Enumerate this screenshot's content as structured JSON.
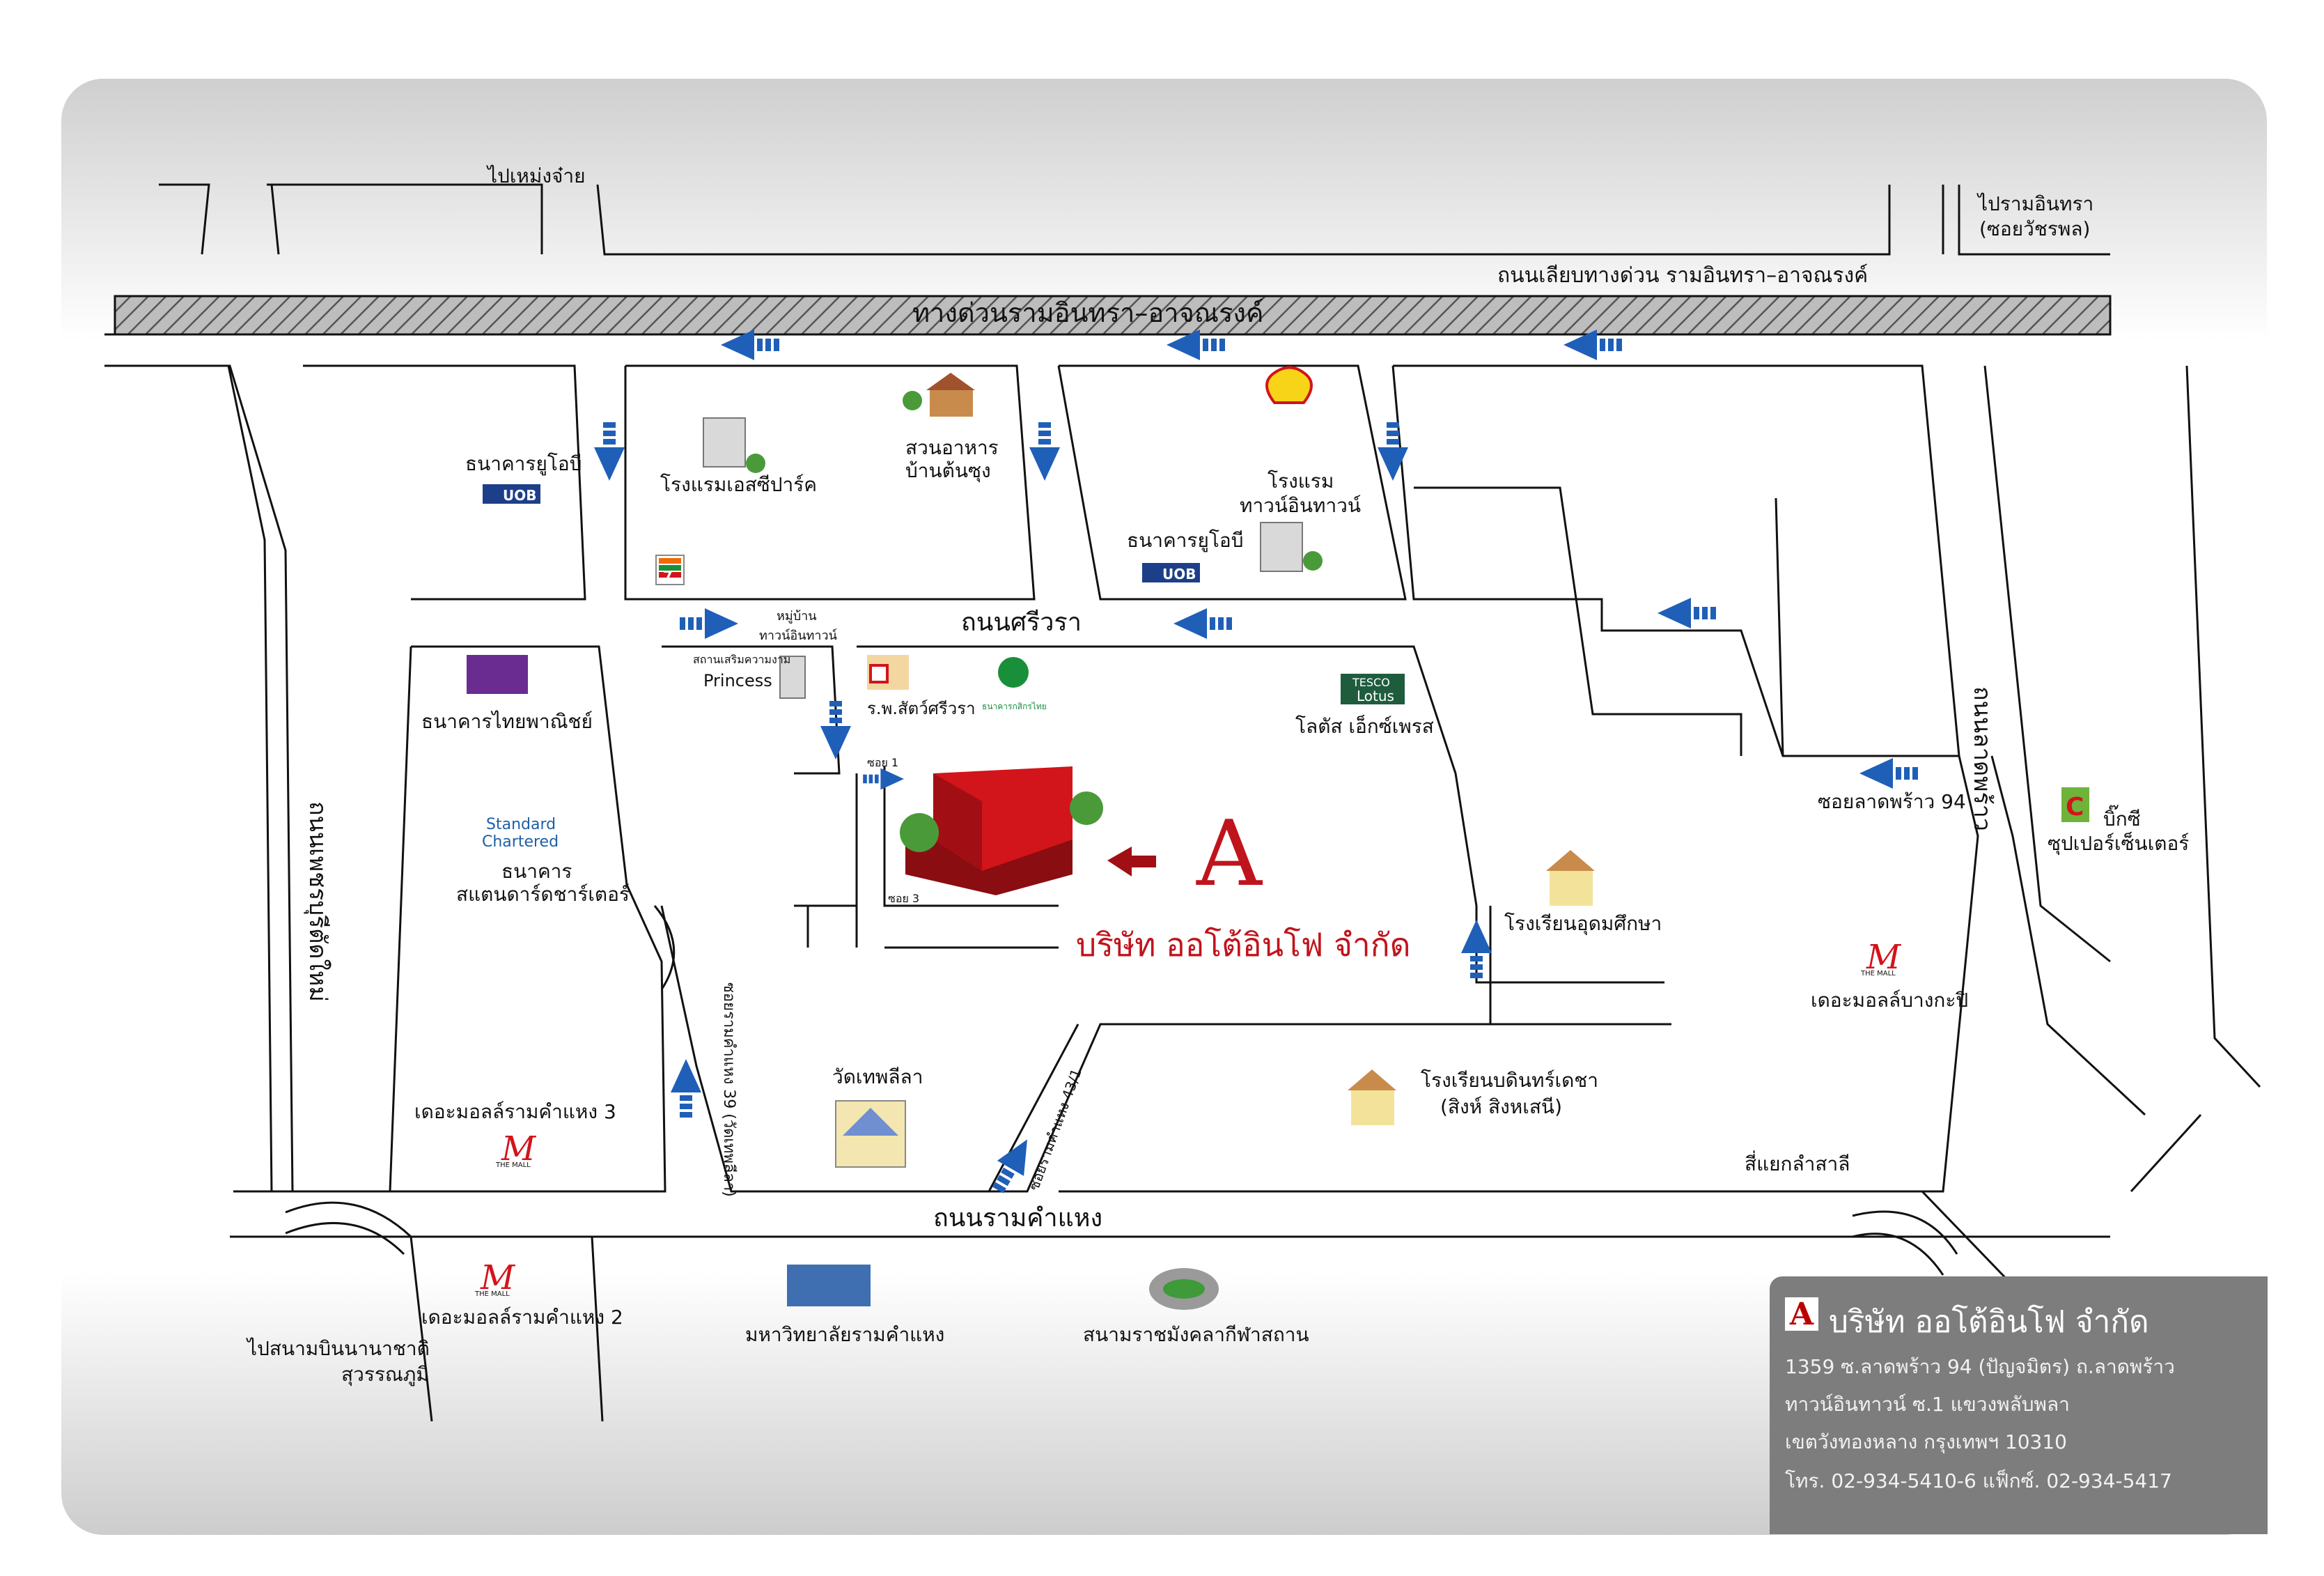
{
  "labels": {
    "to_saphan_mai": "ไปเหม่งจ๋าย",
    "to_ramintra": "ไปรามอินทรา",
    "to_ramintra_sub": "(ซอยวัชรพล)",
    "bypass_road": "ถนนเลียบทางด่วน รามอินทรา–อาจณรงค์",
    "expressway": "ทางด่วนรามอินทรา–อาจณรงค์",
    "uob_1": "ธนาคารยูโอบี",
    "uob_badge": "UOB",
    "hotel_sp": "โรงแรมเอสซีปาร์ค",
    "restaurant_1": "สวนอาหาร",
    "restaurant_2": "บ้านต้นซุง",
    "uob_2": "ธนาคารยูโอบี",
    "hotel_tt_1": "โรงแรม",
    "hotel_tt_2": "ทาวน์อินทาวน์",
    "seven_eleven": "7",
    "village_1": "หมู่บ้าน",
    "village_2": "ทาวน์อินทาวน์",
    "sriwara_road": "ถนนศรีวรา",
    "princess_small": "สถานเสริมความงาม",
    "princess": "Princess",
    "vet_hospital": "ร.พ.สัตว์ศรีวรา",
    "kasikorn": "ธนาคารกสิกรไทย",
    "tesco_1": "TESCO",
    "tesco_2": "Lotus",
    "lotus_express": "โลตัส เอ็กซ์เพรส",
    "scb": "ธนาคารไทยพาณิชย์",
    "sc_logo_1": "Standard",
    "sc_logo_2": "Chartered",
    "sc_1": "ธนาคาร",
    "sc_2": "สแตนดาร์ดชาร์เตอร์",
    "soi_1": "ซอย 1",
    "soi_3": "ซอย 3",
    "company_logo": "A",
    "company_name": "บริษัท ออโต้อินโฟ จำกัด",
    "school_udom": "โรงเรียนอุดมศึกษา",
    "ladprao_road": "ถนนลาดพร้าว",
    "soi_ladprao_94": "ซอยลาดพร้าว 94",
    "bigc_1": "บิ๊กซี",
    "bigc_2": "ซุปเปอร์เซ็นเตอร์",
    "bigc_logo": "C",
    "mall_bangkapi": "เดอะมอลล์บางกะปิ",
    "mall_badge": "THE MALL",
    "ramkhamhaeng_39": "ซอยรามคำแหง 39 (วัดเทพลีลา)",
    "ramkhamhaeng_43": "ซอยรามคำแหง 43/1",
    "wat_thep_leela": "วัดเทพลีลา",
    "school_bodin_1": "โรงเรียนบดินทร์เดชา",
    "school_bodin_2": "(สิงห์ สิงหเสนี)",
    "mall_ram3": "เดอะมอลล์รามคำแหง 3",
    "lam_sali": "สี่แยกลำสาลี",
    "ramkhamhaeng_road": "ถนนรามคำแหง",
    "mall_ram2": "เดอะมอลล์รามคำแหง 2",
    "airport_1": "ไปสนามบินนานาชาติ",
    "airport_2": "สุวรรณภูมิ",
    "ru_university": "มหาวิทยาลัยรามคำแหง",
    "rajamangala": "สนามราชมังคลากีฬาสถาน",
    "phetchaburi_road": "ถนนเพชรบุรีตัดใหม่"
  },
  "contact": {
    "logo": "A",
    "title": "บริษัท ออโต้อินโฟ จำกัด",
    "line1": "1359 ซ.ลาดพร้าว 94 (ปัญจมิตร) ถ.ลาดพร้าว",
    "line2": "ทาวน์อินทาวน์ ซ.1 แขวงพลับพลา",
    "line3": "เขตวังทองหลาง กรุงเทพฯ 10310",
    "line4": "โทร. 02-934-5410-6 แฟ็กซ์. 02-934-5417"
  },
  "colors": {
    "arrow": "#1f5fb8",
    "company_red": "#c0141c",
    "card_bg": "#7d7d7d"
  },
  "icons": [
    "arrow-icon",
    "building-icon",
    "house-icon",
    "shell-icon",
    "seven-eleven-icon",
    "school-icon",
    "temple-icon",
    "stadium-icon",
    "mall-icon"
  ]
}
